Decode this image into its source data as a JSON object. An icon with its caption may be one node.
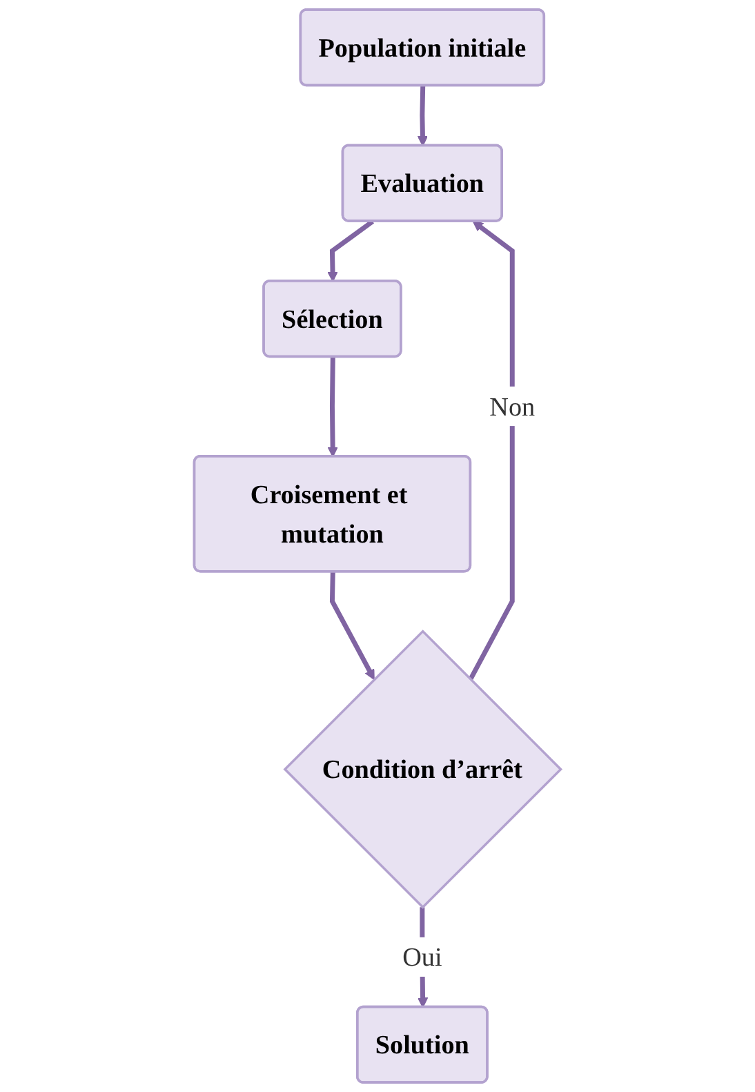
{
  "diagram": {
    "nodes": [
      {
        "text": [
          "Population initiale"
        ]
      },
      {
        "text": [
          "Evaluation"
        ]
      },
      {
        "text": [
          "Sélection"
        ]
      },
      {
        "text": [
          "Croisement et mutation"
        ]
      },
      {
        "text": [
          "Condition d’arrêt"
        ]
      },
      {
        "text": [
          "Solution"
        ]
      }
    ],
    "edges": [
      {
        "from": 0,
        "to": 1,
        "arrow": "to"
      },
      {
        "from": 1,
        "to": 2,
        "arrow": "to"
      },
      {
        "from": 2,
        "to": 3,
        "arrow": "to"
      },
      {
        "from": 3,
        "to": 4,
        "arrow": "to"
      },
      {
        "from": 4,
        "to": 1,
        "arrow": "to",
        "label": "Non"
      },
      {
        "from": 4,
        "to": 5,
        "arrow": "to",
        "label": "Oui"
      }
    ]
  }
}
